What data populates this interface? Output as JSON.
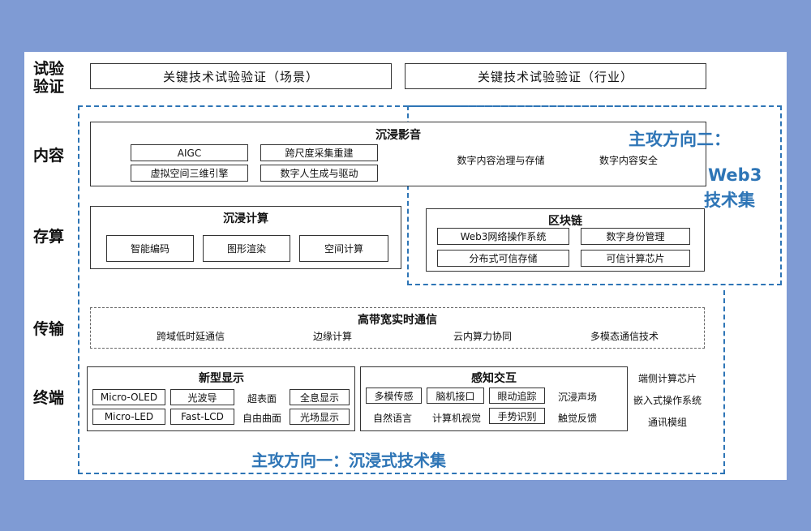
{
  "row_labels": {
    "verification": "试验\n验证",
    "content": "内容",
    "storage": "存算",
    "transmission": "传输",
    "terminal": "终端"
  },
  "verification": {
    "scene": "关键技术试验验证（场景）",
    "industry": "关键技术试验验证（行业）"
  },
  "immersive_media": {
    "title": "沉浸影音",
    "items": [
      "AIGC",
      "跨尺度采集重建",
      "虚拟空间三维引擎",
      "数字人生成与驱动"
    ],
    "right_items": [
      "数字内容治理与存储",
      "数字内容安全"
    ]
  },
  "direction_two": {
    "line1": "主攻方向二：",
    "line2": "Web3",
    "line3": "技术集"
  },
  "immersive_compute": {
    "title": "沉浸计算",
    "items": [
      "智能编码",
      "图形渲染",
      "空间计算"
    ]
  },
  "blockchain": {
    "title": "区块链",
    "items": [
      "Web3网络操作系统",
      "数字身份管理",
      "分布式可信存储",
      "可信计算芯片"
    ]
  },
  "communication": {
    "title": "高带宽实时通信",
    "items": [
      "跨域低时延通信",
      "边缘计算",
      "云内算力协同",
      "多模态通信技术"
    ]
  },
  "new_display": {
    "title": "新型显示",
    "boxed": [
      "Micro-OLED",
      "光波导",
      "全息显示",
      "Micro-LED",
      "Fast-LCD",
      "光场显示"
    ],
    "plain": [
      "超表面",
      "自由曲面"
    ]
  },
  "perception": {
    "title": "感知交互",
    "boxed": [
      "多模传感",
      "脑机接口",
      "眼动追踪",
      "手势识别"
    ],
    "plain": [
      "沉浸声场",
      "自然语言",
      "计算机视觉",
      "触觉反馈"
    ]
  },
  "terminal_side": [
    "端侧计算芯片",
    "嵌入式操作系统",
    "通讯模组"
  ],
  "direction_one": "主攻方向一：沉浸式技术集"
}
